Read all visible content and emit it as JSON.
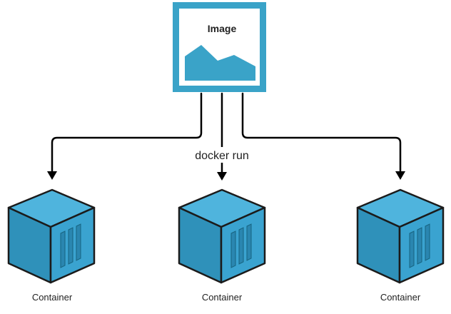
{
  "image_node": {
    "title": "Image",
    "icon": "landscape-picture-icon"
  },
  "edge": {
    "label": "docker run"
  },
  "containers": [
    {
      "label": "Container",
      "icon": "cube-container-icon"
    },
    {
      "label": "Container",
      "icon": "cube-container-icon"
    },
    {
      "label": "Container",
      "icon": "cube-container-icon"
    }
  ],
  "colors": {
    "frame": "#3aa3c8",
    "frame_inner": "#ffffff",
    "mountain": "#3aa3c8",
    "cube_top": "#4fb4dd",
    "cube_left": "#2f91ba",
    "cube_right": "#3aa3d0",
    "cube_outline": "#1b1b1b",
    "arrow": "#000000"
  }
}
